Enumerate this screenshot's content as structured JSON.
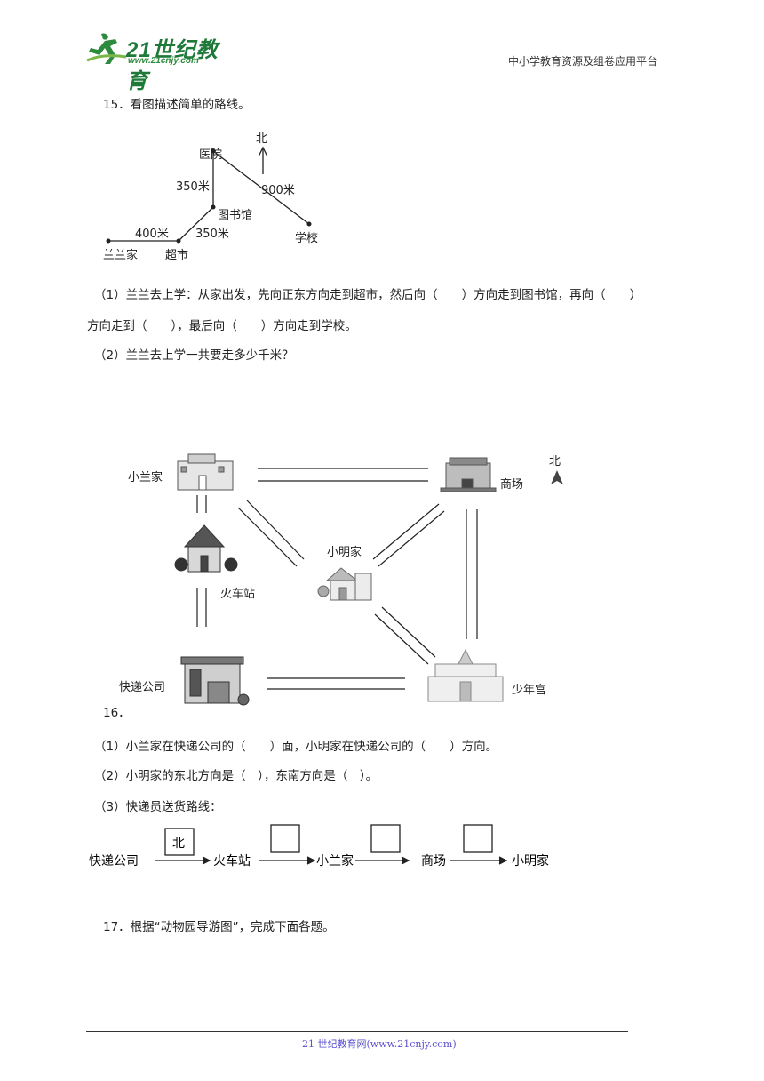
{
  "header": {
    "logo_main": "21世纪教育",
    "logo_url": "www.21cnjy.com",
    "platform": "中小学教育资源及组卷应用平台"
  },
  "q15": {
    "title": "15．看图描述简单的路线。",
    "map": {
      "north": "北",
      "hospital": "医院",
      "library": "图书馆",
      "school": "学校",
      "home": "兰兰家",
      "market": "超市",
      "d_home_market": "400米",
      "d_market_library": "350米",
      "d_library_hospital": "350米",
      "d_hospital_school": "900米"
    },
    "p1_line1": "（1）兰兰去上学：从家出发，先向正东方向走到超市，然后向（　　）方向走到图书馆，再向（　　）",
    "p1_line2": "方向走到（　　），最后向（　　）方向走到学校。",
    "p2": "（2）兰兰去上学一共要走多少千米？"
  },
  "q16": {
    "map": {
      "xiaolan_home": "小兰家",
      "mall": "商场",
      "north": "北",
      "xiaoming_home": "小明家",
      "station": "火车站",
      "express": "快递公司",
      "palace": "少年宫"
    },
    "number": "16．",
    "p1": "（1）小兰家在快递公司的（　　）面，小明家在快递公司的（　　）方向。",
    "p2": "（2）小明家的东北方向是（　），东南方向是（　）。",
    "p3": "（3）快递员送货路线：",
    "route": {
      "stops": [
        "快递公司",
        "火车站",
        "小兰家",
        "商场",
        "小明家"
      ],
      "first_box": "北"
    }
  },
  "q17": {
    "title": "17．根据“动物园导游图”，完成下面各题。"
  },
  "footer": {
    "text": "21 世纪教育网(www.21cnjy.com)"
  }
}
